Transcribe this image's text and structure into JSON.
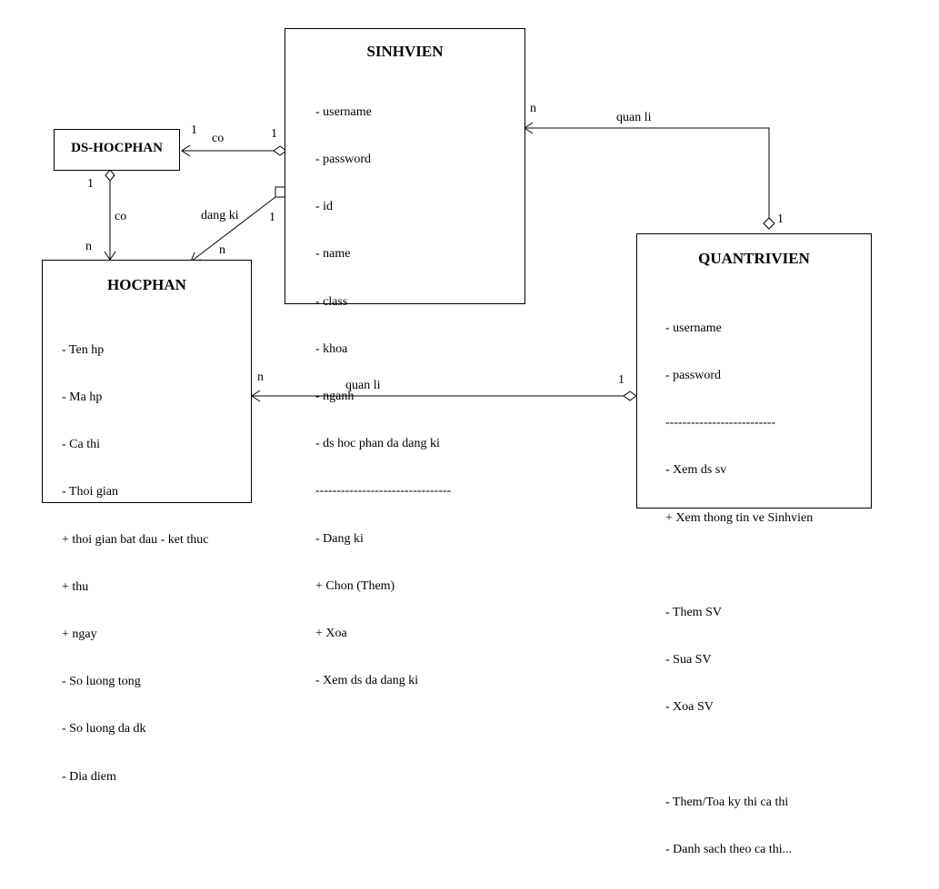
{
  "entities": {
    "sinhvien": {
      "name": "SINHVIEN",
      "attributes": [
        "- username",
        "- password",
        "- id",
        "- name",
        "- class",
        "- khoa",
        "- nganh",
        "- ds hoc phan da dang ki"
      ],
      "separator": "--------------------------------",
      "operations": [
        "- Dang ki",
        "+ Chon (Them)",
        "+ Xoa",
        "- Xem ds da dang ki"
      ]
    },
    "ds_hocphan": {
      "name": "DS-HOCPHAN"
    },
    "hocphan": {
      "name": "HOCPHAN",
      "attributes": [
        "- Ten hp",
        "- Ma hp",
        "- Ca thi",
        "- Thoi gian",
        "+ thoi gian bat dau - ket thuc",
        "+ thu",
        "+ ngay",
        "- So luong tong",
        "- So luong da dk",
        "- Dia diem"
      ]
    },
    "quantrivien": {
      "name": "QUANTRIVIEN",
      "attributes": [
        "- username",
        "- password"
      ],
      "separator": "--------------------------",
      "operations": [
        "- Xem ds sv",
        "+ Xem thong tin ve Sinhvien",
        "",
        "- Them SV",
        "- Sua SV",
        "- Xoa SV",
        "",
        "- Them/Toa ky thi ca thi",
        "- Danh sach theo ca thi..."
      ]
    }
  },
  "relations": {
    "sv_dshp": {
      "label": "co",
      "mult_source": "1",
      "mult_target": "1"
    },
    "dshp_hp": {
      "label": "co",
      "mult_source": "1",
      "mult_target": "n"
    },
    "sv_hp": {
      "label": "dang ki",
      "mult_source": "1",
      "mult_target": "n"
    },
    "qtv_sv": {
      "label": "quan li",
      "mult_source": "1",
      "mult_target": "n"
    },
    "qtv_hp": {
      "label": "quan li",
      "mult_source": "1",
      "mult_target": "n"
    }
  }
}
